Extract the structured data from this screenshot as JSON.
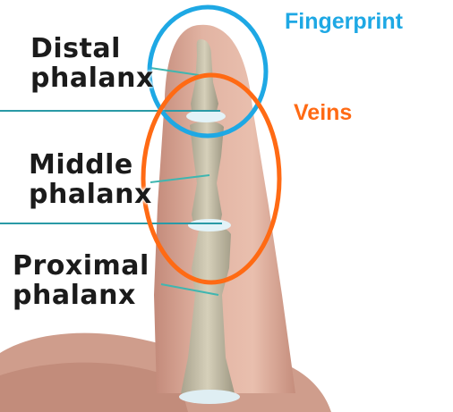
{
  "bones": {
    "distal": {
      "line1": "Distal",
      "line2": "phalanx"
    },
    "middle": {
      "line1": "Middle",
      "line2": "phalanx"
    },
    "proximal": {
      "line1": "Proximal",
      "line2": "phalanx"
    }
  },
  "annotations": {
    "fingerprint": {
      "label": "Fingerprint",
      "color": "#1ea8e4"
    },
    "veins": {
      "label": "Veins",
      "color": "#ff6a14"
    }
  },
  "colors": {
    "skin": "#dfae9e",
    "bone": "#c9c2ab",
    "joint": "#e3f3f8",
    "leader": "#3fb6b0"
  }
}
